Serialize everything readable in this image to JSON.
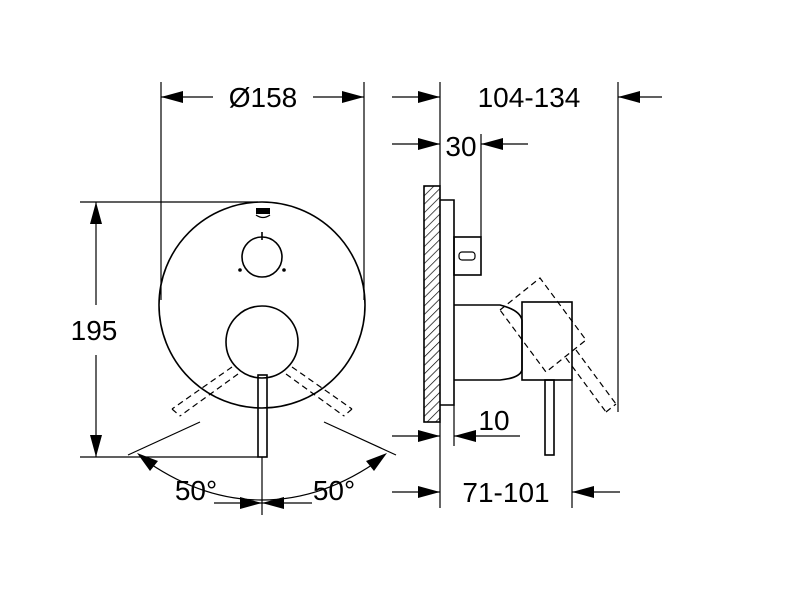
{
  "dimensions": {
    "diameter": "Ø158",
    "height": "195",
    "depth_total": "104-134",
    "plate_offset": "30",
    "gap": "10",
    "depth_handle": "71-101",
    "angle_left": "50°",
    "angle_right": "50°"
  },
  "icons": {
    "logo": "brand-logo-icon"
  }
}
